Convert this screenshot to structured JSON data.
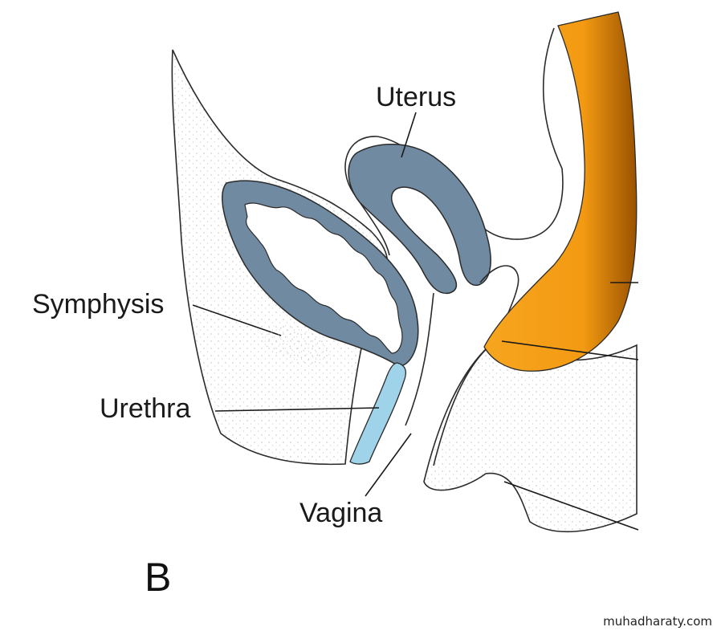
{
  "figure": {
    "labels": {
      "uterus": "Uterus",
      "symphysis": "Symphysis",
      "urethra": "Urethra",
      "vagina": "Vagina",
      "panel": "B"
    },
    "watermark": "muhadharaty.com"
  },
  "colors": {
    "background": "#ffffff",
    "outline": "#2b2b2b",
    "bladder_uterus_fill": "#6f8aa1",
    "urethra_fill": "#9fd3ea",
    "rectum_fill": "#f59d1a",
    "rectum_shade": "#9a5200",
    "stipple": "#b9b9b9"
  }
}
